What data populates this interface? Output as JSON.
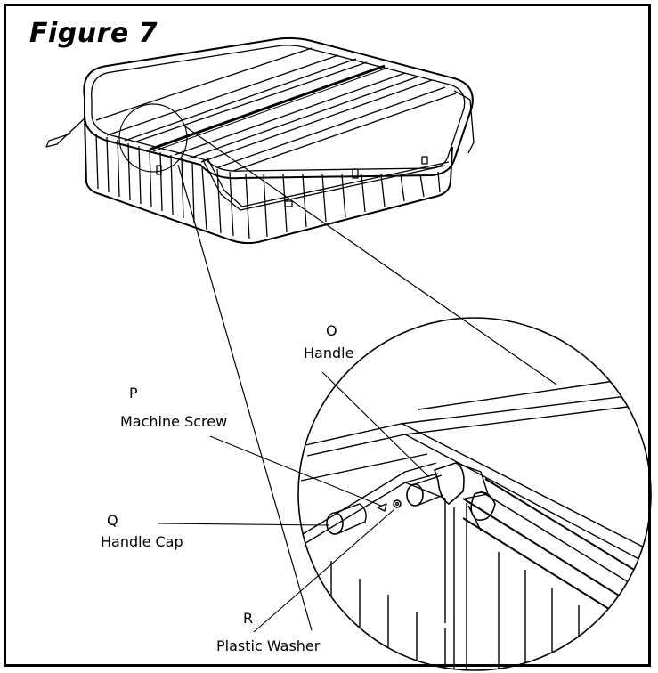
{
  "figure_title": "Figure 7",
  "callouts": {
    "o_letter": "O",
    "o_name": "Handle",
    "p_letter": "P",
    "p_name": "Machine Screw",
    "q_letter": "Q",
    "q_name": "Handle Cap",
    "r_letter": "R",
    "r_name": "Plastic Washer"
  },
  "colors": {
    "line": "#000000",
    "background": "#ffffff"
  }
}
